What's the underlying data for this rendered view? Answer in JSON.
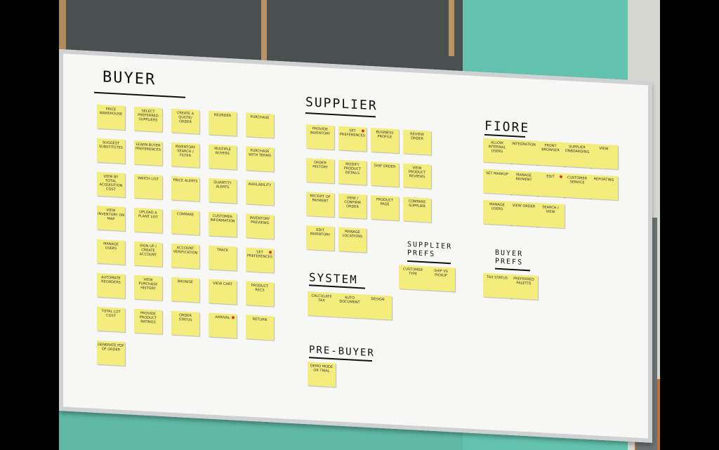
{
  "headers": {
    "buyer": "BUYER",
    "supplier": "SUPPLIER",
    "fiore": "FIORE",
    "system": "SYSTEM",
    "pre_buyer": "PRE-BUYER",
    "supplier_prefs": "SUPPLIER PREFS",
    "buyer_prefs": "BUYER PREFS"
  },
  "notes": {
    "buyer": [
      "PRICE WAREHOUSE",
      "SELECT PREFERRED SUPPLIERS",
      "CREATE A QUOTE/ ORDER",
      "REORDER",
      "PURCHASE",
      "SUGGEST SUBSTITUTES",
      "LEARN BUYER PREFERENCES",
      "INVENTORY SEARCH / FILTER",
      "MULTIPLE BUYERS",
      "PURCHASE WITH TERMS",
      "VIEW BY TOTAL ACQUISITION COST",
      "WATCH LIST",
      "PRICE ALERTS",
      "QUANTITY ALERTS",
      "AVAILABILITY",
      "VIEW INVENTORY ON MAP",
      "UPLOAD A PLANT LIST",
      "COMPARE",
      "CUSTOMER INFORMATION",
      "INVENTORY PREVIEWS",
      "MANAGE USERS",
      "SIGN UP / CREATE ACCOUNT",
      "ACCOUNT VERIFICATION",
      "TRACK",
      "SET PREFERENCES",
      "AUTOMATE REORDERS",
      "VIEW PURCHASE HISTORY",
      "BROWSE",
      "VIEW CART",
      "PRODUCT RECS",
      "TOTAL LOT COST",
      "PROVIDE PRODUCT RATINGS",
      "ORDER STATUS",
      "ARRIVAL",
      "RETURN",
      "GENERATE PDF OF ORDER"
    ],
    "supplier": [
      "PROVIDE INVENTORY",
      "SET PREFERENCES",
      "BUSINESS PROFILE",
      "REVIEW ORDER",
      "ORDER HISTORY",
      "MODIFY PRODUCT DETAILS",
      "SHIP ORDER",
      "VIEW PRODUCT REVIEWS",
      "RECEIPT OF PAYMENT",
      "VIEW / CONFIRM ORDER",
      "PRODUCT PAGE",
      "COMPARE SUPPLIER",
      "EDIT INVENTORY",
      "MANAGE LOCATIONS"
    ],
    "fiore": [
      "ALLOW INTERNAL USERS",
      "INTEGRATION",
      "FRONT BROWSER",
      "SUPPLIER ONBOARDING",
      "VIEW",
      "SET MARKUP",
      "MANAGE PAYMENT",
      "EDIT",
      "CUSTOMER SERVICE",
      "REPORTING",
      "MANAGE USERS",
      "VIEW ORDER",
      "SEARCH / VIEW"
    ],
    "system": [
      "CALCULATE TAX",
      "AUTO DOCUMENT",
      "DESIGN"
    ],
    "pre_buyer": [
      "DEMO MODE OR TRIAL"
    ],
    "supplier_prefs": [
      "CUSTOMER TYPE",
      "SHIP VS PICKUP"
    ],
    "buyer_prefs": [
      "TAX STATUS",
      "PREFERRED PALETTE"
    ]
  },
  "colors": {
    "note": "#f4ec7c",
    "board": "#f7f7f5",
    "wall": "#63c2ad",
    "marker": "#111111",
    "red_dot": "#d33333"
  }
}
